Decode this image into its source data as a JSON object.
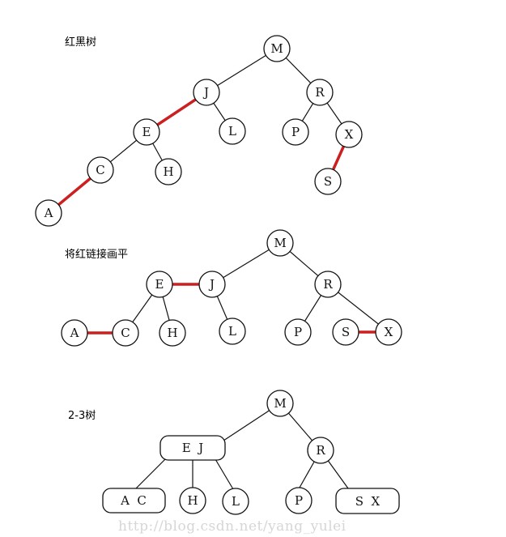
{
  "sections": {
    "red_black": {
      "title": "红黑树"
    },
    "flattened": {
      "title": "将红链接画平"
    },
    "two_three": {
      "title": "2-3树"
    }
  },
  "nodes": {
    "rb": {
      "M": "M",
      "J": "J",
      "R": "R",
      "E": "E",
      "L": "L",
      "P": "P",
      "X": "X",
      "C": "C",
      "H": "H",
      "S": "S",
      "A": "A"
    },
    "flat": {
      "M": "M",
      "E": "E",
      "J": "J",
      "R": "R",
      "A": "A",
      "C": "C",
      "H": "H",
      "L": "L",
      "P": "P",
      "S": "S",
      "X": "X"
    },
    "tt": {
      "M": "M",
      "EJ": "E  J",
      "R": "R",
      "AC": "A  C",
      "H": "H",
      "L": "L",
      "P": "P",
      "SX": "S  X"
    }
  },
  "colors": {
    "red_link": "#cc1f1f",
    "stroke": "#111111"
  },
  "watermark": "http://blog.csdn.net/yang_yulei"
}
